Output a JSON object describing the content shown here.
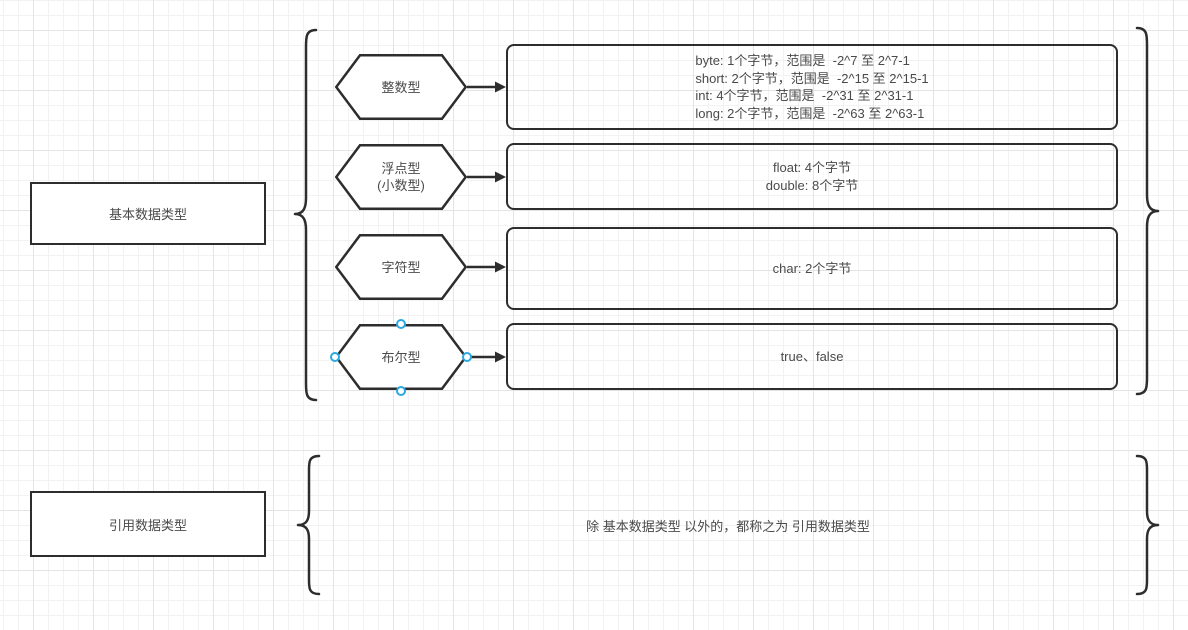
{
  "diagram": {
    "basic": {
      "label": "基本数据类型",
      "rows": [
        {
          "hex": "整数型",
          "lines": [
            "byte: 1个字节，范围是  -2^7 至 2^7-1",
            "short: 2个字节，范围是  -2^15 至 2^15-1",
            "int: 4个字节，范围是  -2^31 至 2^31-1",
            "long: 2个字节，范围是  -2^63 至 2^63-1"
          ]
        },
        {
          "hex": "浮点型",
          "hex2": "(小数型)",
          "lines": [
            "float: 4个字节",
            "double: 8个字节"
          ]
        },
        {
          "hex": "字符型",
          "lines": [
            "char: 2个字节"
          ]
        },
        {
          "hex": "布尔型",
          "lines": [
            "true、false"
          ]
        }
      ]
    },
    "reference": {
      "label": "引用数据类型",
      "note": "除 基本数据类型 以外的，都称之为 引用数据类型"
    }
  },
  "colors": {
    "shape_stroke": "#2d2d2d",
    "text": "#4a4a4a",
    "connection_point": "#29a9e1",
    "grid_minor": "#f2f2f2",
    "grid_major": "#e4e4e4",
    "canvas": "#ffffff"
  }
}
